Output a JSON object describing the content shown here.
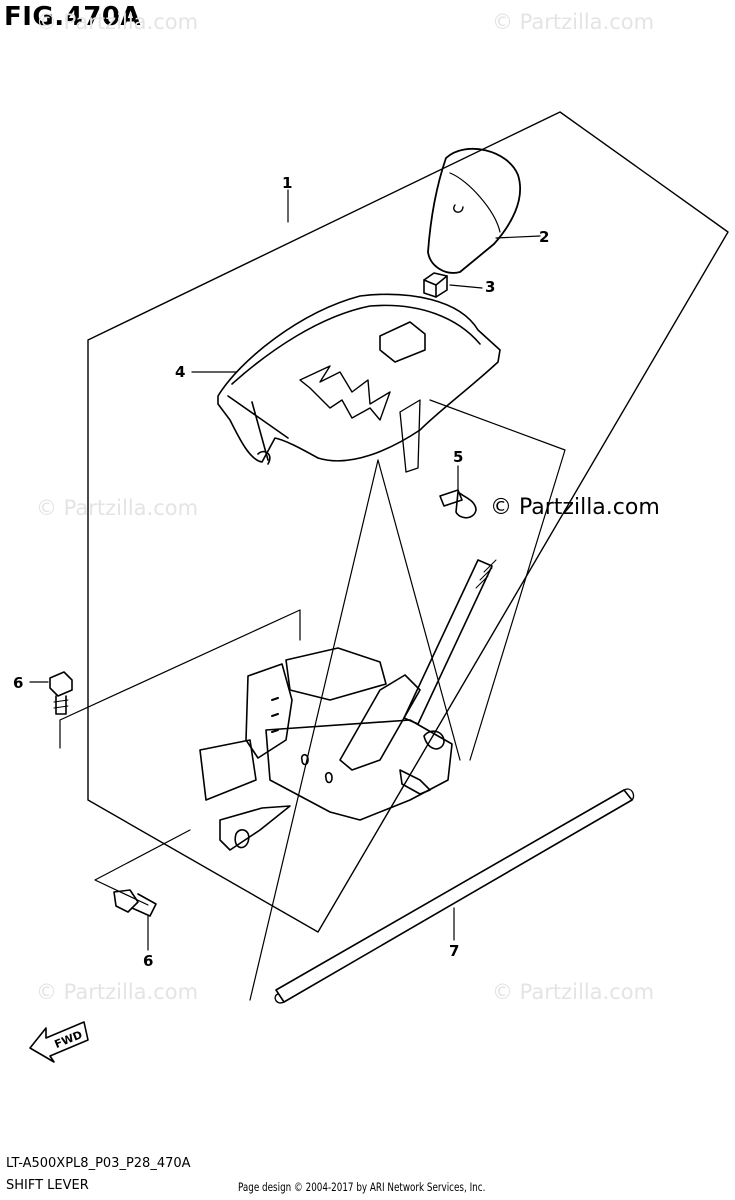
{
  "figure": {
    "title": "FIG.470A",
    "drawing_code": "LT-A500XPL8_P03_P28_470A",
    "description": "SHIFT LEVER"
  },
  "watermarks": {
    "faint": "© Partzilla.com",
    "bold": "© Partzilla.com"
  },
  "callouts": [
    {
      "id": "callout-1",
      "label": "1"
    },
    {
      "id": "callout-2",
      "label": "2"
    },
    {
      "id": "callout-3",
      "label": "3"
    },
    {
      "id": "callout-4",
      "label": "4"
    },
    {
      "id": "callout-5",
      "label": "5"
    },
    {
      "id": "callout-6a",
      "label": "6"
    },
    {
      "id": "callout-6b",
      "label": "6"
    },
    {
      "id": "callout-7",
      "label": "7"
    }
  ],
  "fwd_arrow": {
    "label": "FWD"
  },
  "footer": {
    "page_design": "Page design © 2004-2017 by ARI Network Services, Inc."
  }
}
